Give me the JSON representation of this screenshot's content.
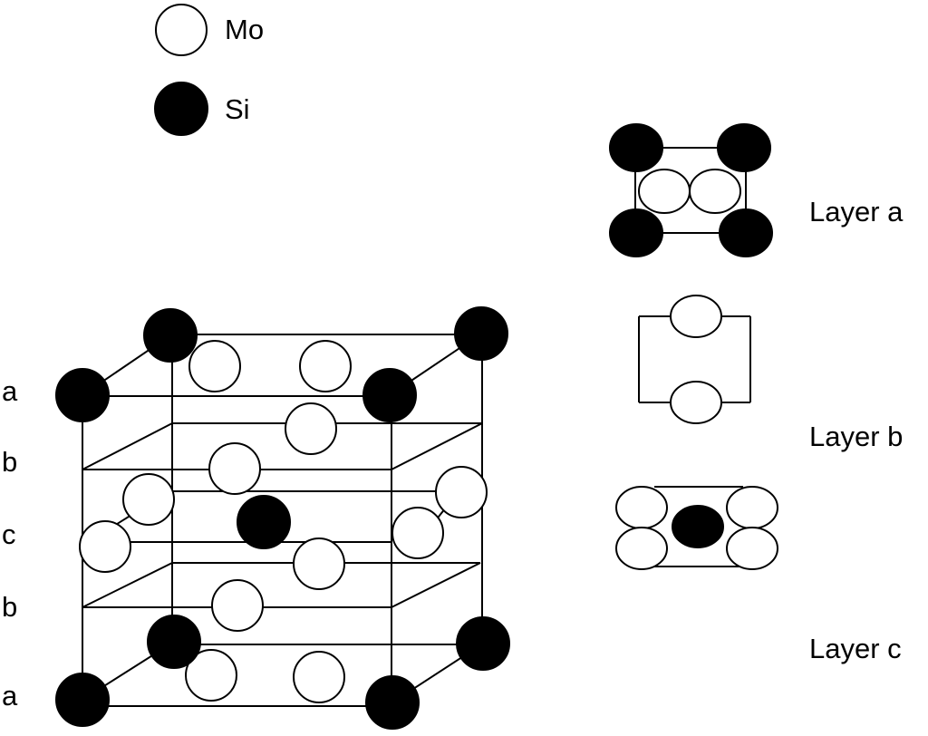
{
  "legend": [
    {
      "label": "Mo",
      "type": "Mo"
    },
    {
      "label": "Si",
      "type": "Si"
    }
  ],
  "layer_sequence": [
    "a",
    "b",
    "c",
    "b",
    "a"
  ],
  "layer_panels": [
    {
      "label": "Layer a"
    },
    {
      "label": "Layer b"
    },
    {
      "label": "Layer c"
    }
  ],
  "colors": {
    "Mo_fill": "#ffffff",
    "Si_fill": "#000000",
    "line": "#000000"
  }
}
